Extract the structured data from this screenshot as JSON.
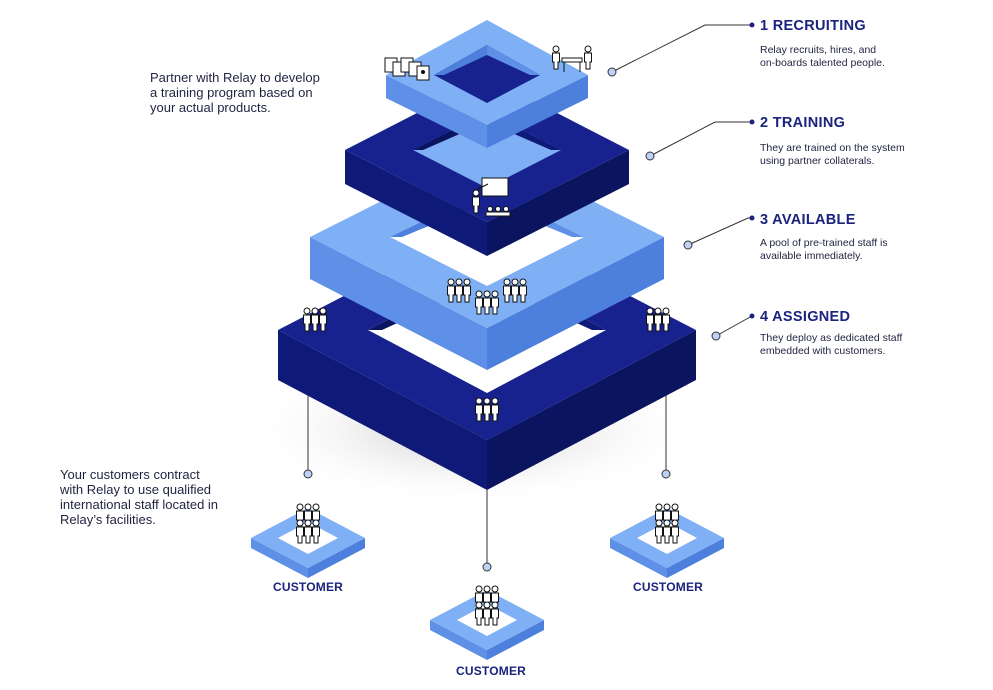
{
  "intro_note": {
    "lines": [
      "Partner with Relay to develop",
      "a training program based on",
      "your actual products."
    ]
  },
  "customer_note": {
    "lines": [
      "Your customers contract",
      "with Relay to use qualified",
      "international staff located in",
      "Relay’s facilities."
    ]
  },
  "steps": [
    {
      "title": "1 RECRUITING",
      "desc": [
        "Relay recruits, hires, and",
        "on-boards talented people."
      ]
    },
    {
      "title": "2 TRAINING",
      "desc": [
        "They are trained on the system",
        "using partner collaterals."
      ]
    },
    {
      "title": "3 AVAILABLE",
      "desc": [
        "A pool of pre-trained staff is",
        "available immediately."
      ]
    },
    {
      "title": "4 ASSIGNED",
      "desc": [
        "They deploy as dedicated staff",
        "embedded with customers."
      ]
    }
  ],
  "customers": [
    "CUSTOMER",
    "CUSTOMER",
    "CUSTOMER"
  ],
  "icons": [
    "resume-stack-icon",
    "interview-table-icon",
    "classroom-trainer-icon",
    "staff-pool-icon",
    "staff-group-icon"
  ],
  "colors": {
    "light_top": "#7fb0f6",
    "light_side_left": "#5f90e8",
    "light_side_right": "#4d7fdc",
    "dark_top": "#17228f",
    "dark_side_left": "#0f1a78",
    "dark_side_right": "#0a145f",
    "text_heading": "#1a237e",
    "connector": "#333333"
  }
}
